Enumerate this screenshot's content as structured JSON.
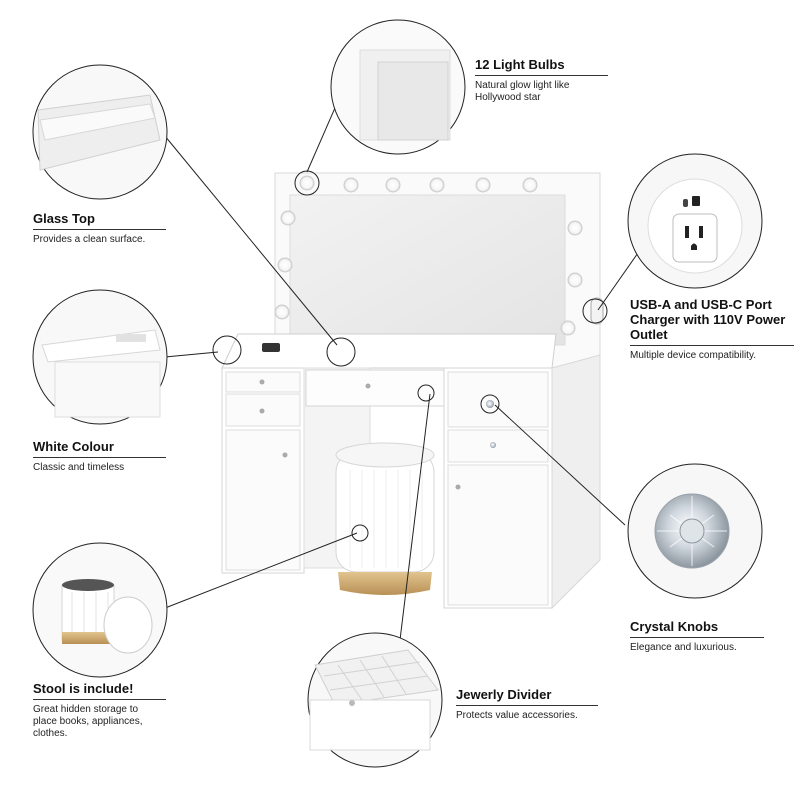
{
  "features": {
    "light_bulbs": {
      "title": "12 Light Bulbs",
      "desc": "Natural glow light like Hollywood star"
    },
    "glass_top": {
      "title": "Glass Top",
      "desc": "Provides a clean surface."
    },
    "charger": {
      "title": "USB-A and USB-C Port Charger with 110V Power Outlet",
      "desc": "Multiple device compatibility."
    },
    "white_colour": {
      "title": "White Colour",
      "desc": "Classic and timeless"
    },
    "crystal_knobs": {
      "title": "Crystal Knobs",
      "desc": "Elegance and luxurious."
    },
    "stool": {
      "title": "Stool is include!",
      "desc": "Great hidden storage to place books, appliances, clothes."
    },
    "jewelry": {
      "title": "Jewerly Divider",
      "desc": "Protects value accessories."
    }
  },
  "colors": {
    "accent_gold": "#c9a56a",
    "line": "#222222",
    "furniture": "#ffffff",
    "shadow": "#e6e6e6"
  }
}
